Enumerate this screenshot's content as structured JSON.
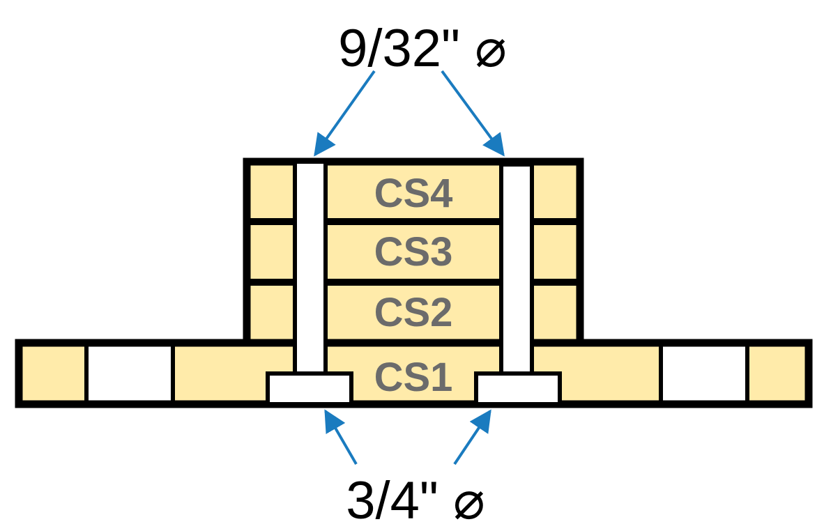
{
  "layers": [
    {
      "id": "cs1",
      "label": "CS1"
    },
    {
      "id": "cs2",
      "label": "CS2"
    },
    {
      "id": "cs3",
      "label": "CS3"
    },
    {
      "id": "cs4",
      "label": "CS4"
    }
  ],
  "dimensions": {
    "top_hole_diameter": "9/32\" ⌀",
    "bottom_counterbore_diameter": "3/4\" ⌀"
  },
  "colors": {
    "layer_fill": "#FFEBAA",
    "label_text": "#6B6B6B",
    "arrow": "#1A7BBF",
    "outline": "#000000"
  }
}
